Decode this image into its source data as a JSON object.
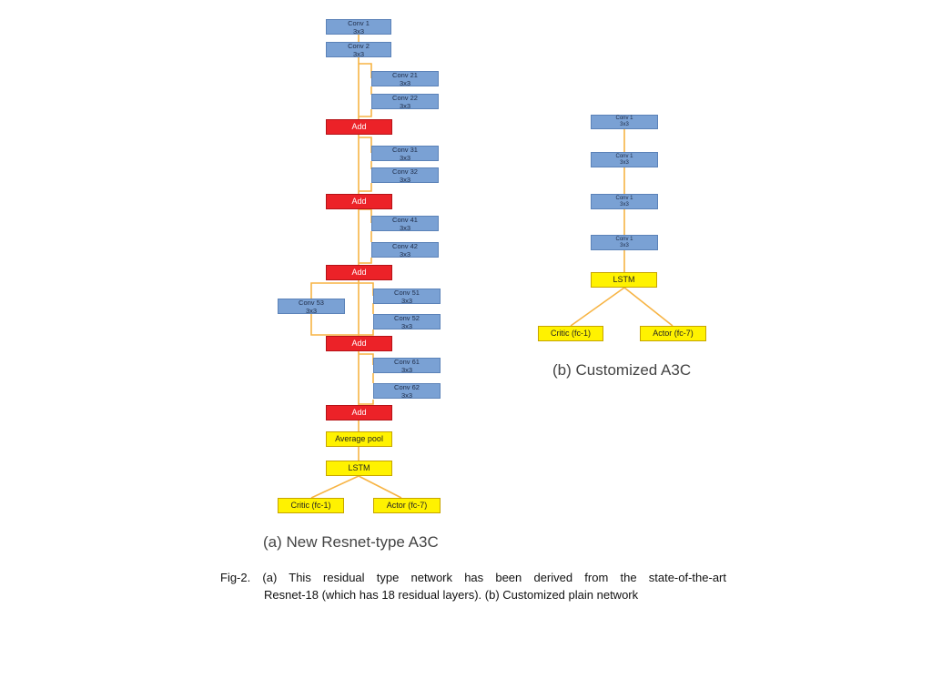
{
  "diagram_a": {
    "caption": "(a) New Resnet-type A3C",
    "conv1": [
      "Conv 1",
      "3x3"
    ],
    "conv2": [
      "Conv 2",
      "3x3"
    ],
    "conv21": [
      "Conv 21",
      "3x3"
    ],
    "conv22": [
      "Conv 22",
      "3x3"
    ],
    "conv31": [
      "Conv 31",
      "3x3"
    ],
    "conv32": [
      "Conv 32",
      "3x3"
    ],
    "conv41": [
      "Conv 41",
      "3x3"
    ],
    "conv42": [
      "Conv 42",
      "3x3"
    ],
    "conv51": [
      "Conv 51",
      "3x3"
    ],
    "conv52": [
      "Conv 52",
      "3x3"
    ],
    "conv53": [
      "Conv 53",
      "3x3"
    ],
    "conv61": [
      "Conv 61",
      "3x3"
    ],
    "conv62": [
      "Conv 62",
      "3x3"
    ],
    "add_label": "Add",
    "avgpool": "Average pool",
    "lstm": "LSTM",
    "critic": "Critic (fc-1)",
    "actor": "Actor (fc-7)"
  },
  "diagram_b": {
    "caption": "(b) Customized A3C",
    "conv_a": [
      "Conv 1",
      "3x3"
    ],
    "conv_b": [
      "Conv 1",
      "3x3"
    ],
    "conv_c": [
      "Conv 1",
      "3x3"
    ],
    "conv_d": [
      "Conv 1",
      "3x3"
    ],
    "lstm": "LSTM",
    "critic": "Critic (fc-1)",
    "actor": "Actor (fc-7)"
  },
  "figure_caption": {
    "line1": "Fig-2. (a) This residual type network has been derived from the state-of-the-art",
    "line2": "Resnet-18 (which has 18 residual layers). (b) Customized plain network"
  },
  "colors": {
    "conv": "#7aa1d4",
    "add": "#ec2228",
    "fc": "#fff200",
    "connector": "#f7b444"
  }
}
